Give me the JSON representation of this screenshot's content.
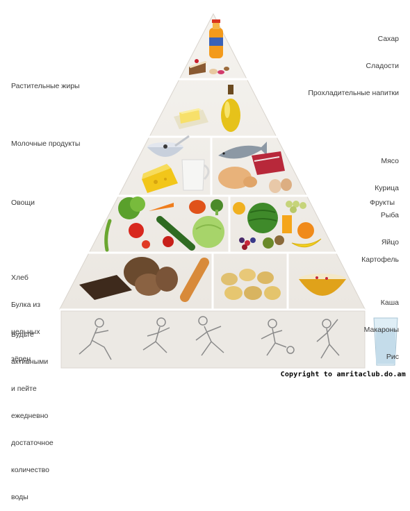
{
  "colors": {
    "pyramid_fill": "#f0ede8",
    "pyramid_shadow": "#d8d3cc",
    "separator": "#ffffff"
  },
  "tiers": {
    "top": {
      "right_labels": [
        "Сахар",
        "Сладости",
        "Прохладительные напитки"
      ],
      "icons": [
        "soda-bottle-icon",
        "cake-slice-icon",
        "candy-icon"
      ]
    },
    "fats": {
      "left_labels": [
        "Растительные жиры"
      ],
      "icons": [
        "butter-icon",
        "oil-bottle-icon"
      ]
    },
    "dairy_protein": {
      "left_labels": [
        "Молочные продукты"
      ],
      "right_labels": [
        "Мясо",
        "Курица",
        "Рыба",
        "Яйцо"
      ],
      "icons": [
        "yogurt-icon",
        "cheese-icon",
        "milk-jug-icon",
        "fish-icon",
        "meat-icon",
        "chicken-icon",
        "egg-icon"
      ]
    },
    "veg_fruit": {
      "left_labels": [
        "Овощи"
      ],
      "right_labels": [
        "Фрукты"
      ],
      "icons": [
        "lettuce-icon",
        "carrot-icon",
        "tomato-icon",
        "pepper-icon",
        "broccoli-icon",
        "cucumber-icon",
        "cabbage-icon",
        "watermelon-icon",
        "grapes-icon",
        "orange-icon",
        "banana-icon",
        "berries-icon",
        "kiwi-icon"
      ]
    },
    "grains": {
      "left_labels": [
        "Хлеб",
        "Булка из",
        "цельных",
        "зёрен"
      ],
      "right_labels_top": [
        "Картофель"
      ],
      "right_labels_bottom": [
        "Каша",
        "Макароны",
        "Рис"
      ],
      "icons": [
        "bread-icon",
        "baguette-icon",
        "potato-icon",
        "porridge-bowl-icon"
      ]
    },
    "activity": {
      "left_labels": [
        "Будьте",
        "активными",
        "и пейте",
        "ежедневно",
        "достаточное",
        "количество",
        "воды"
      ],
      "icons": [
        "skater-icon",
        "runner-icon",
        "tennis-player-icon",
        "football-player-icon",
        "dancer-icon",
        "water-glass-icon"
      ]
    }
  },
  "copyright": "Copyright to amritaclub.do.am"
}
